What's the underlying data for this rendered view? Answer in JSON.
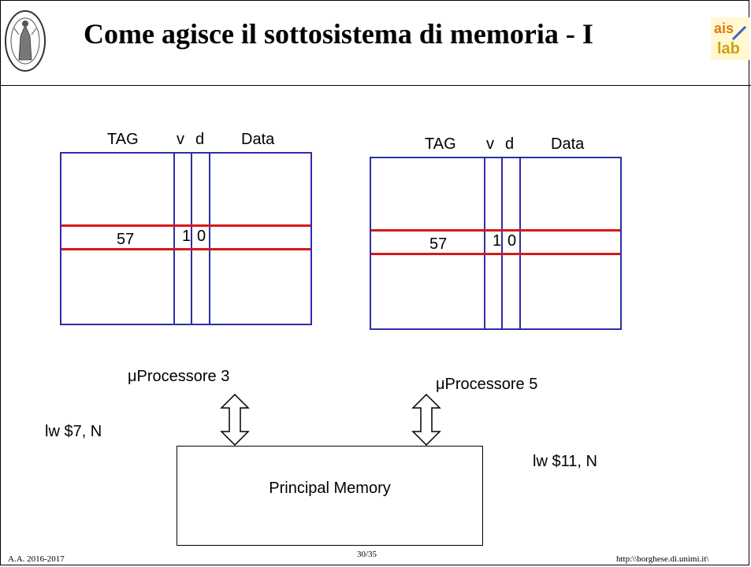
{
  "slide": {
    "title": "Come agisce il sottosistema di memoria - I"
  },
  "logos": {
    "left_seal": "university-seal",
    "right_logo_text": "ais lab"
  },
  "caches": [
    {
      "headers": {
        "tag": "TAG",
        "v": "v",
        "d": "d",
        "data": "Data"
      },
      "row": {
        "tag": "57",
        "v": "1",
        "d": "0"
      }
    },
    {
      "headers": {
        "tag": "TAG",
        "v": "v",
        "d": "d",
        "data": "Data"
      },
      "row": {
        "tag": "57",
        "v": "1",
        "d": "0"
      }
    }
  ],
  "processors": [
    {
      "label": "μProcessore 3",
      "instruction": "lw $7, N"
    },
    {
      "label": "μProcessore 5",
      "instruction": "lw $11, N"
    }
  ],
  "memory": {
    "label": "Principal Memory"
  },
  "footer": {
    "academic_year": "A.A. 2016-2017",
    "page": "30/35",
    "url": "http:\\\\borghese.di.unimi.it\\"
  },
  "colors": {
    "box_border": "#2e2ea8",
    "highlight_line": "#d81818"
  }
}
